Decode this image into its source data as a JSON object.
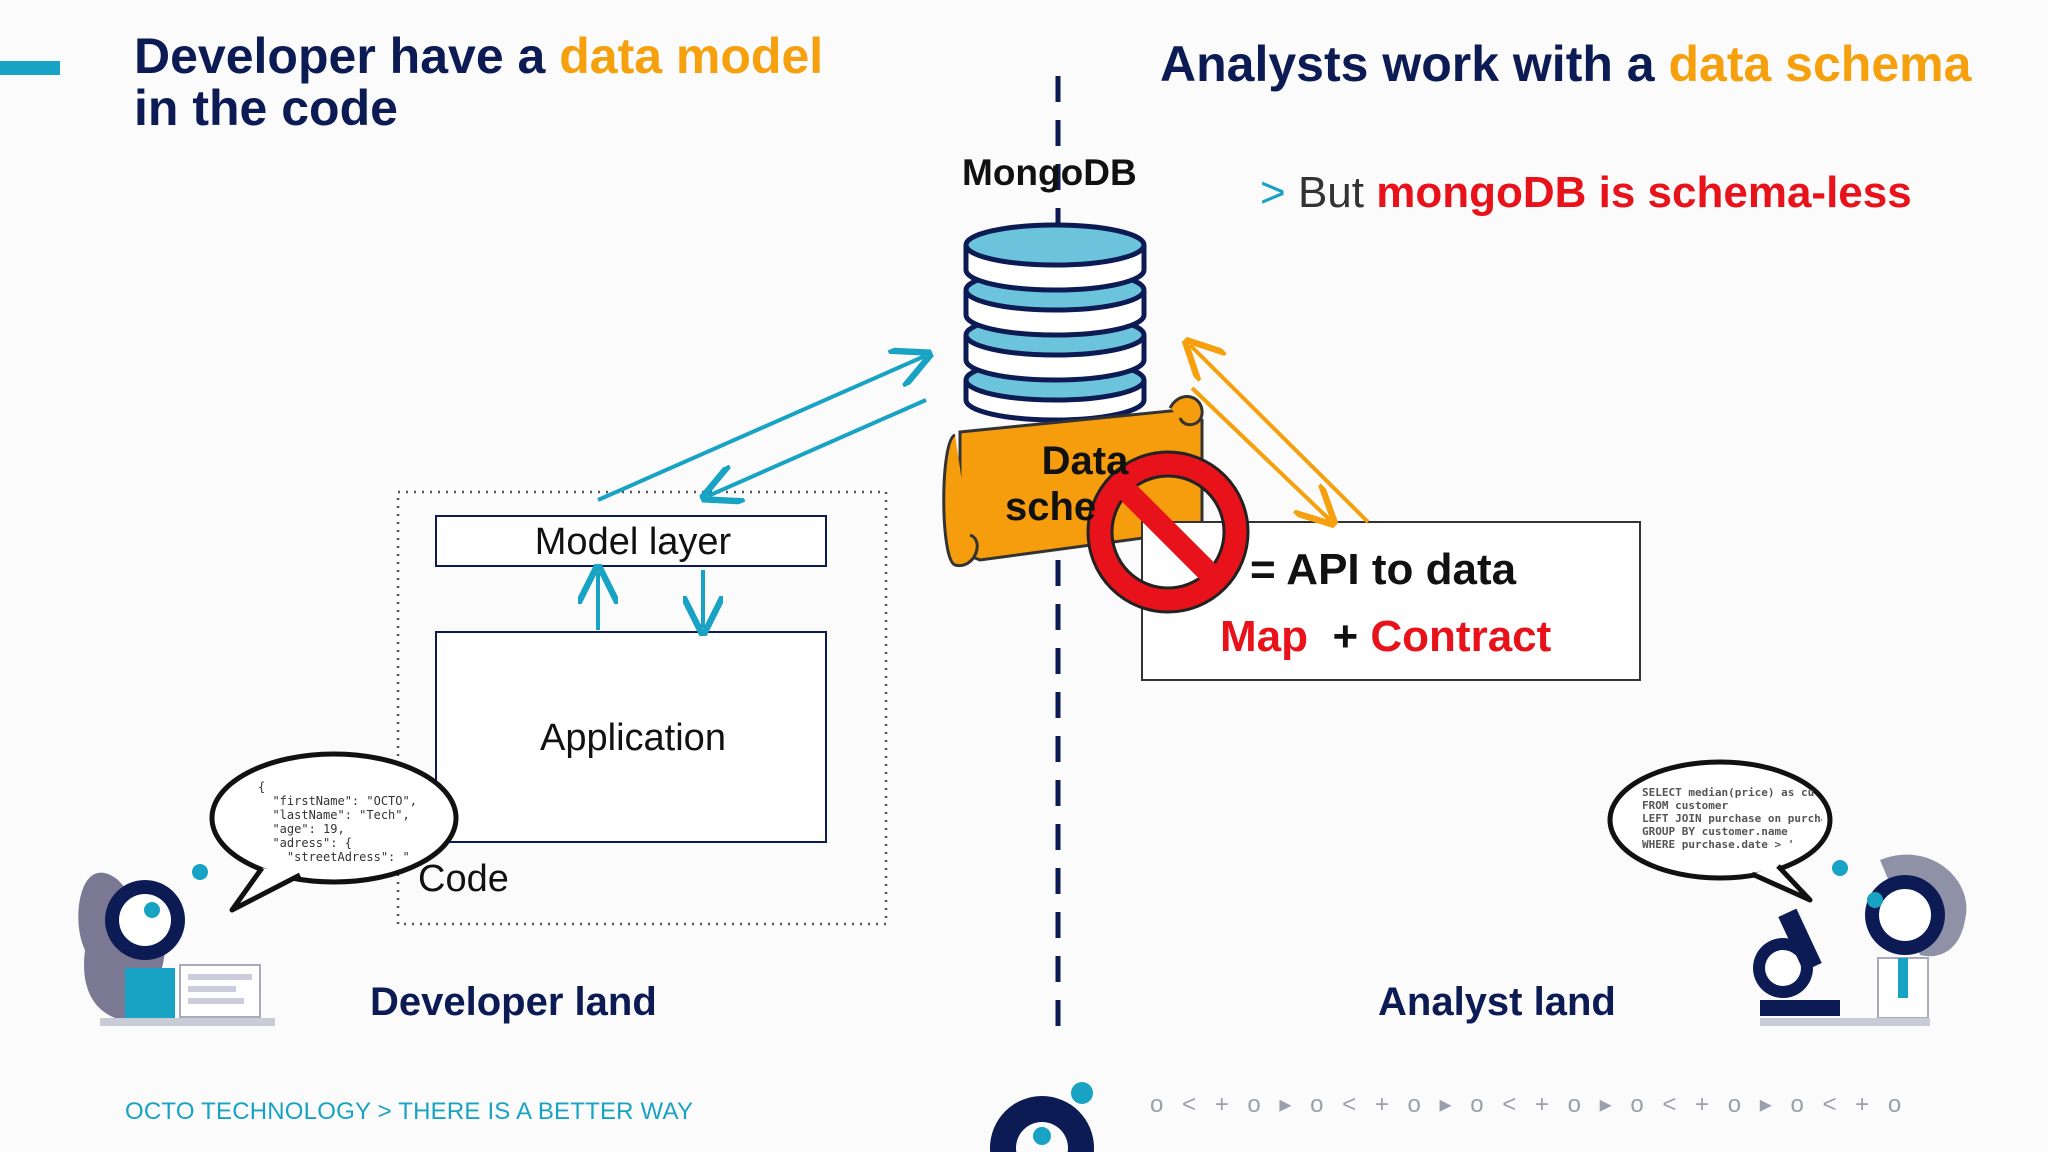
{
  "header": {
    "left_title_part1": "Developer have a ",
    "left_title_highlight": "data model",
    "left_title_line2": "in the code",
    "right_title_part1": "Analysts work with a ",
    "right_title_highlight": "data schema"
  },
  "database": {
    "label": "MongoDB",
    "icon": "database-icon"
  },
  "note": {
    "marker": ">",
    "prefix": "But ",
    "highlight": "mongoDB is schema-less"
  },
  "scroll": {
    "line1": "Data",
    "line2": "sche"
  },
  "code_box": {
    "model_layer": "Model layer",
    "application": "Application",
    "label": "Code"
  },
  "api_box": {
    "line1": "= API to data",
    "map": "Map",
    "plus": "+",
    "contract": "Contract"
  },
  "lands": {
    "developer": "Developer land",
    "analyst": "Analyst land"
  },
  "dev_bubble": {
    "lines": [
      "{",
      "  \"firstName\": \"OCTO\",",
      "  \"lastName\": \"Tech\",",
      "  \"age\": 19,",
      "  \"adress\": {",
      "    \"streetAdress\": \""
    ]
  },
  "analyst_bubble": {
    "lines": [
      "SELECT median(price) as cu",
      "FROM customer",
      "LEFT JOIN purchase on purcha",
      "GROUP BY customer.name",
      "WHERE purchase.date > '"
    ]
  },
  "footer": {
    "text": "OCTO TECHNOLOGY > THERE IS A BETTER WAY",
    "pattern": "o < + o ▸ o < + o ▸ o < + o ▸ o < + o ▸ o < + o"
  },
  "colors": {
    "navy": "#0c1b54",
    "orange": "#f5a00c",
    "red": "#e8121b",
    "teal": "#18a3c4"
  }
}
